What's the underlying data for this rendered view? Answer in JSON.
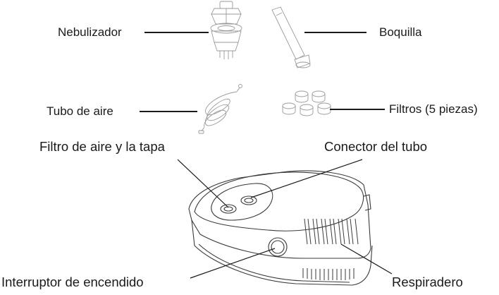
{
  "labels": {
    "nebulizador": "Nebulizador",
    "boquilla": "Boquilla",
    "tubo_de_aire": "Tubo de aire",
    "filtros": "Filtros (5 piezas)",
    "filtro_de_aire_tapa": "Filtro de aire y la tapa",
    "conector_del_tubo": "Conector del tubo",
    "interruptor": "Interruptor de encendido",
    "respiradero": "Respiradero"
  }
}
